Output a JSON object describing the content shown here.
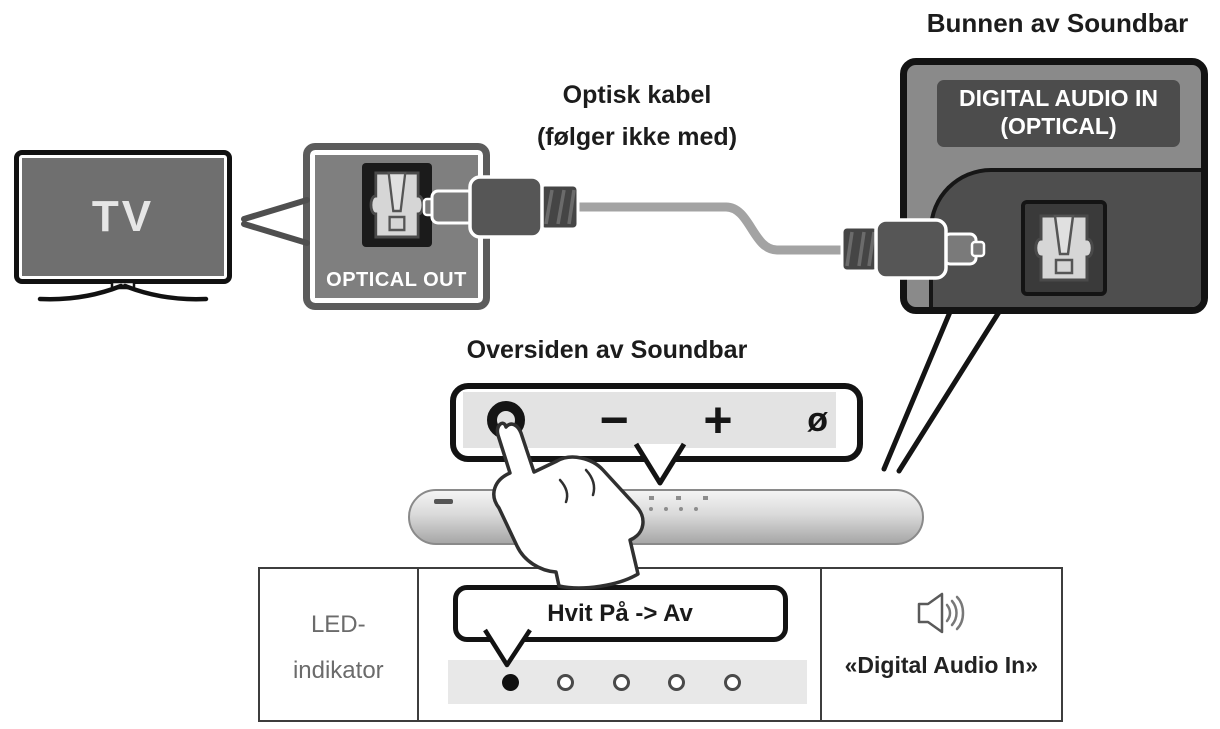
{
  "titles": {
    "bottom_of_soundbar": "Bunnen av Soundbar",
    "optical_cable_line1": "Optisk kabel",
    "optical_cable_line2": "(følger ikke med)",
    "top_of_soundbar": "Oversiden av Soundbar"
  },
  "tv": {
    "label": "TV",
    "port_label": "OPTICAL OUT"
  },
  "soundbar_bottom": {
    "port_label_line1": "DIGITAL AUDIO IN",
    "port_label_line2": "(OPTICAL)"
  },
  "control_panel": {
    "minus": "−",
    "plus": "+",
    "mic": "ø"
  },
  "table": {
    "header_line1": "LED-",
    "header_line2": "indikator",
    "bubble_text": "Hvit På -> Av",
    "led_states": [
      "on",
      "off",
      "off",
      "off",
      "off"
    ],
    "source_label": "«Digital Audio In»"
  },
  "colors": {
    "tv_screen": "#6f6f6f",
    "callout_fill": "#8a8a8a",
    "port_label_bg": "#4c4c4c",
    "panel_bg": "#e3e3e3",
    "cable": "#a3a3a3",
    "led_on": "#111111",
    "header_text": "#6b6b6b"
  }
}
